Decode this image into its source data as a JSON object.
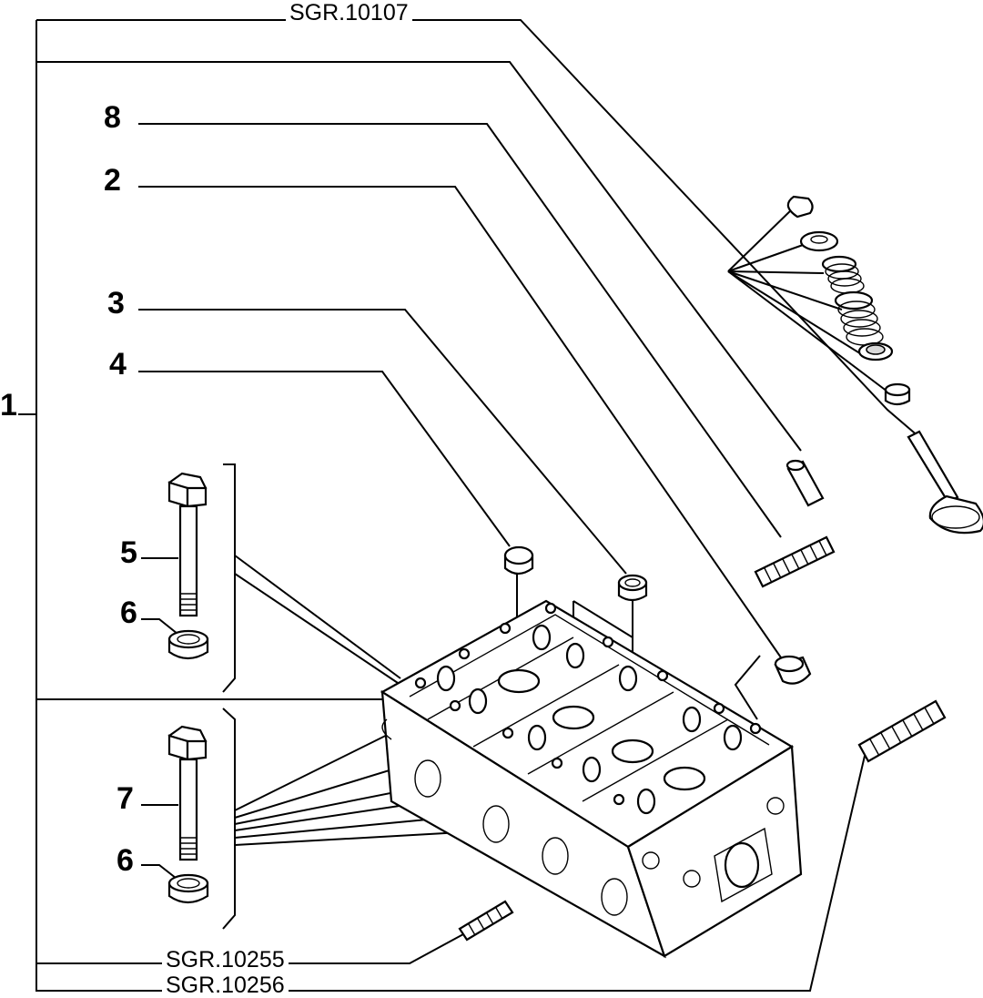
{
  "labels": {
    "ref_top": "SGR.10107",
    "ref_bottom_1": "SGR.10255",
    "ref_bottom_2": "SGR.10256",
    "item_1": "1",
    "item_2": "2",
    "item_3": "3",
    "item_4": "4",
    "item_5": "5",
    "item_6a": "6",
    "item_6b": "6",
    "item_7": "7",
    "item_8": "8"
  }
}
